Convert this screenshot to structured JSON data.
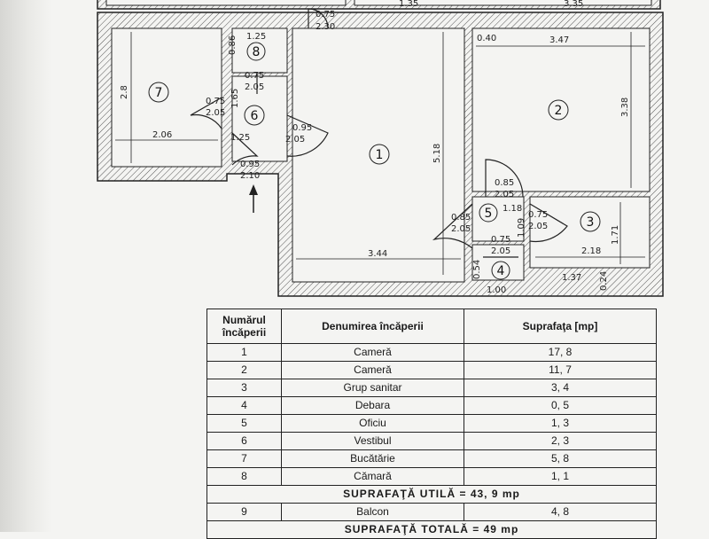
{
  "plan": {
    "rooms": [
      {
        "num": "1"
      },
      {
        "num": "2"
      },
      {
        "num": "3"
      },
      {
        "num": "4"
      },
      {
        "num": "5"
      },
      {
        "num": "6"
      },
      {
        "num": "7"
      },
      {
        "num": "8"
      }
    ],
    "dimensions": {
      "top_a": "1.35",
      "top_b": "3.35",
      "door_top_w": "0.75",
      "door_top_h": "2.30",
      "r8_w": "1.25",
      "r8_side": "0.86",
      "r8_door_w": "0.75",
      "r8_door_h": "2.05",
      "r7_door_w": "0.75",
      "r7_door_h": "2.05",
      "r6_side": "1.65",
      "r6_w": "1.25",
      "r6_door_w": "0.95",
      "r6_door_h": "2.05",
      "r7_h": "2.8",
      "r7_w": "2.06",
      "entry_w": "0.95",
      "entry_h": "2.10",
      "r1_h": "5.18",
      "r1_w": "3.44",
      "r2_a": "0.40",
      "r2_w": "3.47",
      "r2_h": "3.38",
      "r5_door1_w": "0.85",
      "r5_door1_h": "2.05",
      "r5_side": "1.18",
      "r5_door2_w": "0.85",
      "r5_door2_h": "2.05",
      "r3_door_w": "0.75",
      "r3_door_h": "2.05",
      "r5_h": "1.09",
      "r4_door_w": "0.75",
      "r4_door_h": "2.05",
      "r4_side": "0.54",
      "r4_w": "1.00",
      "r3_w": "2.18",
      "r3_h": "1.71",
      "r3_b": "1.37",
      "r3_c": "0.24"
    }
  },
  "table": {
    "headers": {
      "col1": "Numărul încăperii",
      "col2": "Denumirea încăperii",
      "col3": "Suprafaţa [mp]"
    },
    "rows": [
      {
        "num": "1",
        "name": "Cameră",
        "area": "17, 8"
      },
      {
        "num": "2",
        "name": "Cameră",
        "area": "11, 7"
      },
      {
        "num": "3",
        "name": "Grup sanitar",
        "area": "3, 4"
      },
      {
        "num": "4",
        "name": "Debara",
        "area": "0, 5"
      },
      {
        "num": "5",
        "name": "Oficiu",
        "area": "1, 3"
      },
      {
        "num": "6",
        "name": "Vestibul",
        "area": "2, 3"
      },
      {
        "num": "7",
        "name": "Bucătărie",
        "area": "5, 8"
      },
      {
        "num": "8",
        "name": "Cămară",
        "area": "1, 1"
      }
    ],
    "useful_total": "SUPRAFAŢĂ UTILĂ = 43, 9 mp",
    "balcony": {
      "num": "9",
      "name": "Balcon",
      "area": "4, 8"
    },
    "grand_total": "SUPRAFAŢĂ TOTALĂ = 49 mp"
  },
  "colors": {
    "ink": "#222222",
    "paper": "#f4f4f2",
    "hatch": "#555555"
  }
}
